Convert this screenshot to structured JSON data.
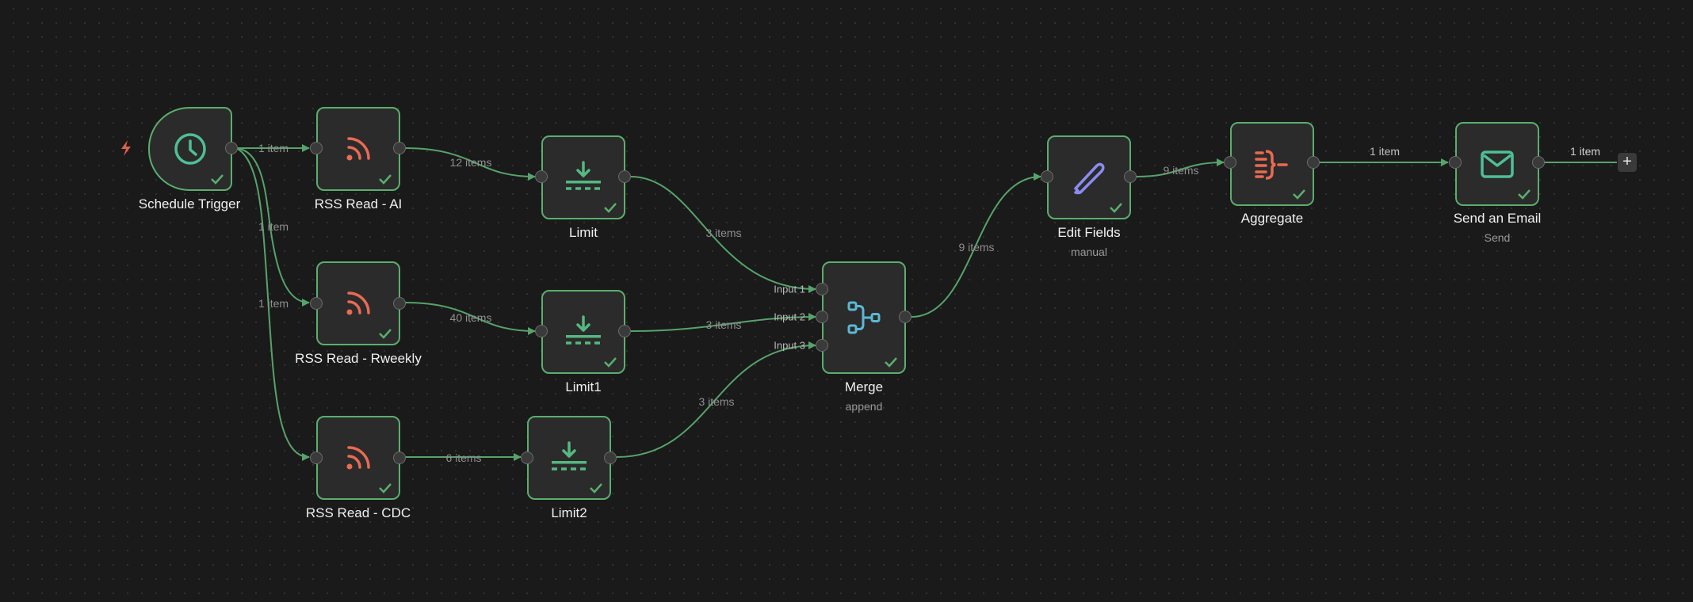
{
  "colors": {
    "background": "#1a1a1a",
    "node_border_success": "#5aae6e",
    "edge": "#56a36b",
    "trigger_icon": "#4fbf96",
    "rss_icon": "#ea6a52",
    "limit_icon": "#55b880",
    "merge_icon": "#5bb8d6",
    "edit_icon": "#8a8cf0",
    "aggregate_icon": "#ea6a52",
    "email_icon": "#4fbf96",
    "bolt_icon": "#e0604a"
  },
  "nodes": {
    "schedule_trigger": {
      "title": "Schedule Trigger",
      "icon": "clock-icon",
      "status": "success"
    },
    "rss_ai": {
      "title": "RSS Read - AI",
      "icon": "rss-icon",
      "status": "success"
    },
    "rss_rweekly": {
      "title": "RSS Read - Rweekly",
      "icon": "rss-icon",
      "status": "success"
    },
    "rss_cdc": {
      "title": "RSS Read - CDC",
      "icon": "rss-icon",
      "status": "success"
    },
    "limit": {
      "title": "Limit",
      "icon": "limit-icon",
      "status": "success"
    },
    "limit1": {
      "title": "Limit1",
      "icon": "limit-icon",
      "status": "success"
    },
    "limit2": {
      "title": "Limit2",
      "icon": "limit-icon",
      "status": "success"
    },
    "merge": {
      "title": "Merge",
      "subtitle": "append",
      "icon": "merge-icon",
      "status": "success",
      "inputs": [
        "Input 1",
        "Input 2",
        "Input 3"
      ]
    },
    "edit_fields": {
      "title": "Edit Fields",
      "subtitle": "manual",
      "icon": "pencil-icon",
      "status": "success"
    },
    "aggregate": {
      "title": "Aggregate",
      "icon": "aggregate-icon",
      "status": "success"
    },
    "send_email": {
      "title": "Send an Email",
      "subtitle": "Send",
      "icon": "envelope-icon",
      "status": "success"
    }
  },
  "edges": [
    {
      "from": "schedule_trigger",
      "to": "rss_ai",
      "label": "1 item"
    },
    {
      "from": "schedule_trigger",
      "to": "rss_rweekly",
      "label": "1 item"
    },
    {
      "from": "schedule_trigger",
      "to": "rss_cdc",
      "label": "1 item"
    },
    {
      "from": "rss_ai",
      "to": "limit",
      "label": "12 items"
    },
    {
      "from": "rss_rweekly",
      "to": "limit1",
      "label": "40 items"
    },
    {
      "from": "rss_cdc",
      "to": "limit2",
      "label": "6 items"
    },
    {
      "from": "limit",
      "to": "merge",
      "to_input": "Input 1",
      "label": "3 items"
    },
    {
      "from": "limit1",
      "to": "merge",
      "to_input": "Input 2",
      "label": "3 items"
    },
    {
      "from": "limit2",
      "to": "merge",
      "to_input": "Input 3",
      "label": "3 items"
    },
    {
      "from": "merge",
      "to": "edit_fields",
      "label": "9 items"
    },
    {
      "from": "edit_fields",
      "to": "aggregate",
      "label": "9 items"
    },
    {
      "from": "aggregate",
      "to": "send_email",
      "label": "1 item"
    },
    {
      "from": "send_email",
      "to": "add_node",
      "label": "1 item"
    }
  ],
  "add_node_button": {
    "label": "+"
  }
}
